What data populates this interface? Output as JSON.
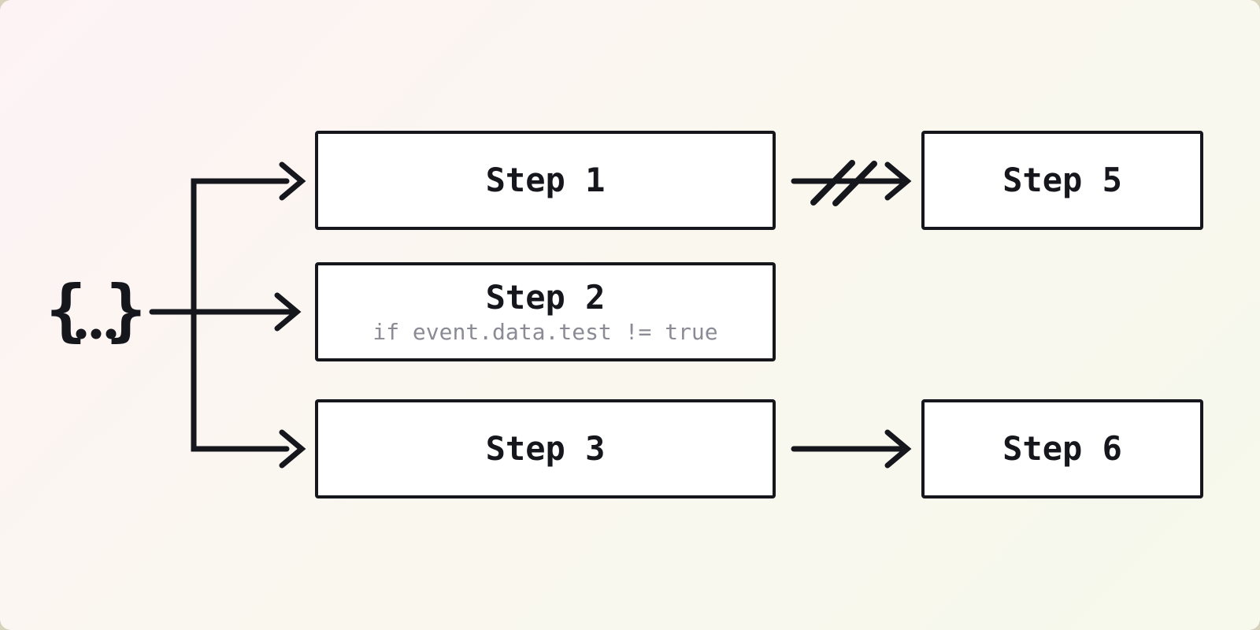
{
  "diagram": {
    "source": {
      "label": "{...}",
      "open_brace": "{",
      "close_brace": "}"
    },
    "nodes": [
      {
        "id": "step-1",
        "label": "Step 1"
      },
      {
        "id": "step-2",
        "label": "Step 2",
        "condition": "if event.data.test != true"
      },
      {
        "id": "step-3",
        "label": "Step 3"
      },
      {
        "id": "step-5",
        "label": "Step 5"
      },
      {
        "id": "step-6",
        "label": "Step 6"
      }
    ],
    "edges": [
      {
        "from": "event-source",
        "to": "step-1",
        "type": "arrow"
      },
      {
        "from": "event-source",
        "to": "step-2",
        "type": "arrow"
      },
      {
        "from": "event-source",
        "to": "step-3",
        "type": "arrow"
      },
      {
        "from": "step-1",
        "to": "step-5",
        "type": "cancelled-arrow"
      },
      {
        "from": "step-3",
        "to": "step-6",
        "type": "arrow"
      }
    ]
  },
  "colors": {
    "ink": "#16161d",
    "node_fill": "#ffffff",
    "condition_text": "#8b8b95",
    "background_start": "#fdf3f5",
    "background_mid": "#faf7ef",
    "background_end": "#f6f9ec",
    "page_behind": "#d7d2bc"
  }
}
